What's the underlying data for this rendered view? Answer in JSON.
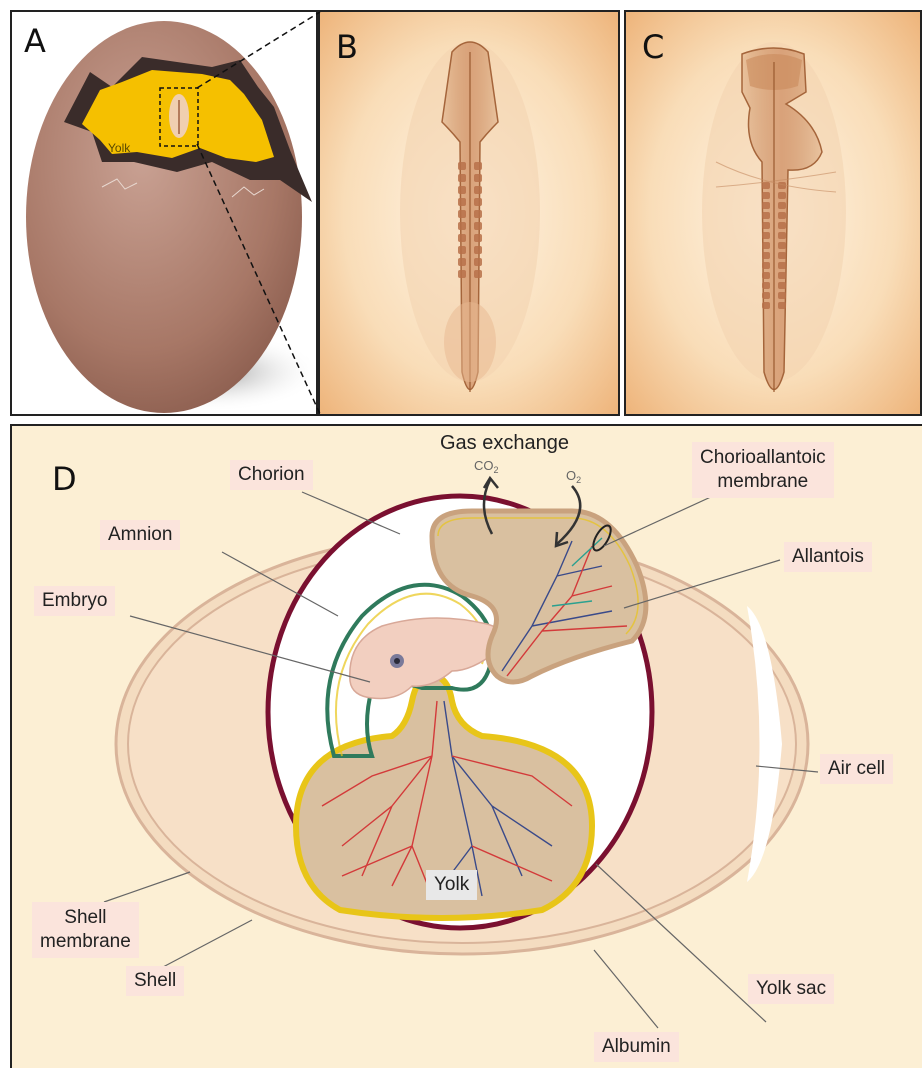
{
  "panels": {
    "a": "A",
    "b": "B",
    "c": "C",
    "d": "D"
  },
  "panel_a": {
    "yolk_label": "Yolk"
  },
  "panel_d": {
    "gas_exchange": "Gas exchange",
    "co2": "CO",
    "co2_sub": "2",
    "o2": "O",
    "o2_sub": "2",
    "labels": {
      "chorion": "Chorion",
      "chorioallantoic_line1": "Chorioallantoic",
      "chorioallantoic_line2": "membrane",
      "amnion": "Amnion",
      "allantois": "Allantois",
      "embryo": "Embryo",
      "air_cell": "Air cell",
      "yolk": "Yolk",
      "shell_membrane_line1": "Shell",
      "shell_membrane_line2": "membrane",
      "shell": "Shell",
      "yolk_sac": "Yolk sac",
      "albumin": "Albumin"
    }
  },
  "colors": {
    "shell_outline": "#d9b49a",
    "chorion": "#7a1030",
    "amnion": "#2f7a5c",
    "yolk_sac": "#e8c518",
    "allantois": "#c9a27e",
    "label_bg": "#fbe4dc",
    "egg_fill": "#b08070",
    "yolk_a": "#f5c000"
  }
}
